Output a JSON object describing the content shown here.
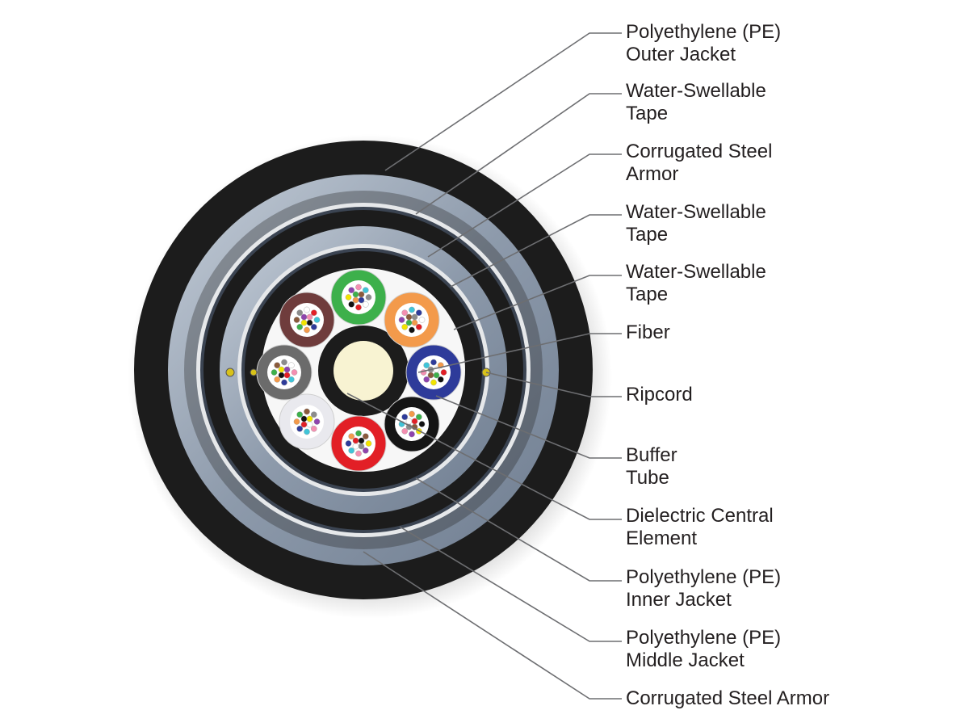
{
  "callouts": [
    {
      "name": "pe-outer-jacket",
      "lines": [
        "Polyethylene (PE)",
        "Outer Jacket"
      ]
    },
    {
      "name": "water-swellable-tape-1",
      "lines": [
        "Water-Swellable",
        "Tape"
      ]
    },
    {
      "name": "corrugated-steel-armor-1",
      "lines": [
        "Corrugated Steel",
        "Armor"
      ]
    },
    {
      "name": "water-swellable-tape-2",
      "lines": [
        "Water-Swellable",
        "Tape"
      ]
    },
    {
      "name": "water-swellable-tape-3",
      "lines": [
        "Water-Swellable",
        "Tape"
      ]
    },
    {
      "name": "fiber",
      "lines": [
        "Fiber"
      ]
    },
    {
      "name": "ripcord",
      "lines": [
        "Ripcord"
      ]
    },
    {
      "name": "buffer-tube",
      "lines": [
        "Buffer",
        "Tube"
      ]
    },
    {
      "name": "dielectric-central-element",
      "lines": [
        "Dielectric Central",
        "Element"
      ]
    },
    {
      "name": "pe-inner-jacket",
      "lines": [
        "Polyethylene (PE)",
        "Inner Jacket"
      ]
    },
    {
      "name": "pe-middle-jacket",
      "lines": [
        "Polyethylene (PE)",
        "Middle Jacket"
      ]
    },
    {
      "name": "corrugated-steel-armor-2",
      "lines": [
        "Corrugated Steel Armor"
      ]
    }
  ],
  "colors": {
    "jacket": "#1c1c1c",
    "tape": "#9aa7b8",
    "armor": "#e6e8ea",
    "core_fill": "#f7f7f7",
    "central_element": "#f8f3d2",
    "leader_line": "#6d6e71",
    "label_text": "#231f20"
  },
  "buffer_tubes": [
    {
      "name": "green-tube",
      "color": "#3db04b"
    },
    {
      "name": "orange-tube",
      "color": "#f39a4b"
    },
    {
      "name": "blue-tube",
      "color": "#2e3b9a"
    },
    {
      "name": "black-tube",
      "color": "#151515"
    },
    {
      "name": "red-tube",
      "color": "#e21f26"
    },
    {
      "name": "white-tube",
      "color": "#e9e9ee"
    },
    {
      "name": "gray-tube",
      "color": "#6b6b6b"
    },
    {
      "name": "brown-tube",
      "color": "#6f3c3c"
    }
  ],
  "fiber_colors": [
    "#2e3b9a",
    "#f39a4b",
    "#3db04b",
    "#8a5a3c",
    "#8c8c8c",
    "#ffffff",
    "#e21f26",
    "#111111",
    "#f2e400",
    "#8e44ad",
    "#f48fb1",
    "#40c4d8"
  ]
}
